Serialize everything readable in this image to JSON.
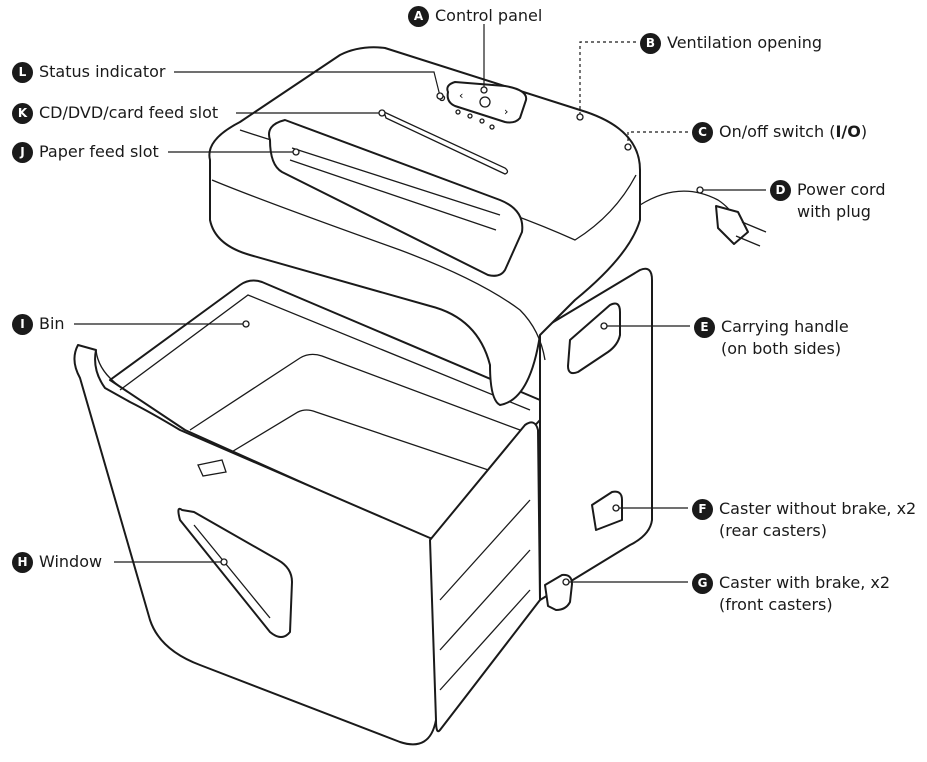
{
  "labels": [
    {
      "key": "A",
      "text": "Control panel"
    },
    {
      "key": "B",
      "text": "Ventilation opening"
    },
    {
      "key": "C",
      "text": "On/off switch (",
      "bold": "I/O",
      "after": ")"
    },
    {
      "key": "D",
      "text": "Power cord",
      "text2": "with plug"
    },
    {
      "key": "E",
      "text": "Carrying handle",
      "text2": "(on both sides)"
    },
    {
      "key": "F",
      "text": "Caster without brake, x2",
      "text2": "(rear casters)"
    },
    {
      "key": "G",
      "text": "Caster with brake, x2",
      "text2": "(front casters)"
    },
    {
      "key": "H",
      "text": "Window"
    },
    {
      "key": "I",
      "text": "Bin"
    },
    {
      "key": "J",
      "text": "Paper feed slot"
    },
    {
      "key": "K",
      "text": "CD/DVD/card feed slot"
    },
    {
      "key": "L",
      "text": "Status indicator"
    }
  ],
  "colors": {
    "ink": "#1a1a1a",
    "background": "#ffffff"
  }
}
